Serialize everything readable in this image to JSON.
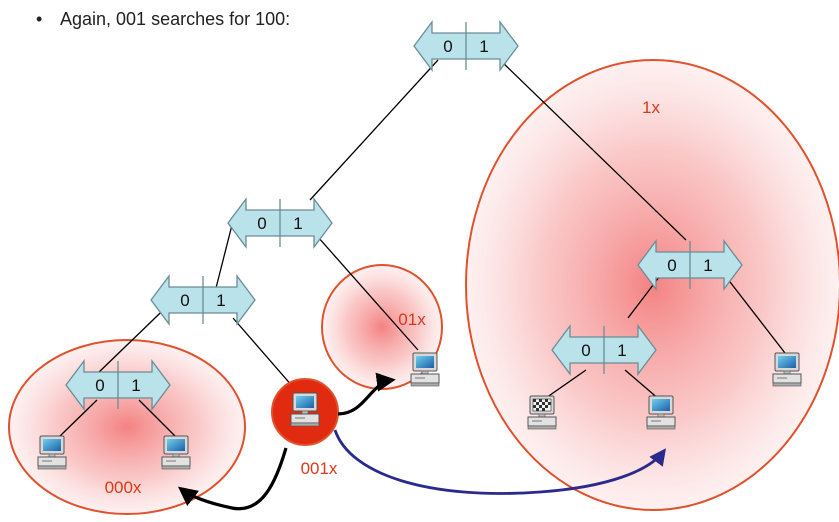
{
  "bullet_text": "Again, 001 searches for 100:",
  "bullet_symbol": "•",
  "node_bits": {
    "left": "0",
    "right": "1"
  },
  "zones": {
    "z000x": "000x",
    "z001x": "001x",
    "z01x": "01x",
    "z1x": "1x"
  },
  "colors": {
    "zone_fill": "#f08a8a",
    "zone_stroke": "#e0522c",
    "self_fill": "#e02b10",
    "node_fill": "#b9e2ea",
    "node_stroke": "#6b8d95",
    "arrow_black": "#000000",
    "arrow_blue": "#2a2a8c"
  },
  "icons": [
    "computer-icon",
    "node-arrow-icon"
  ]
}
